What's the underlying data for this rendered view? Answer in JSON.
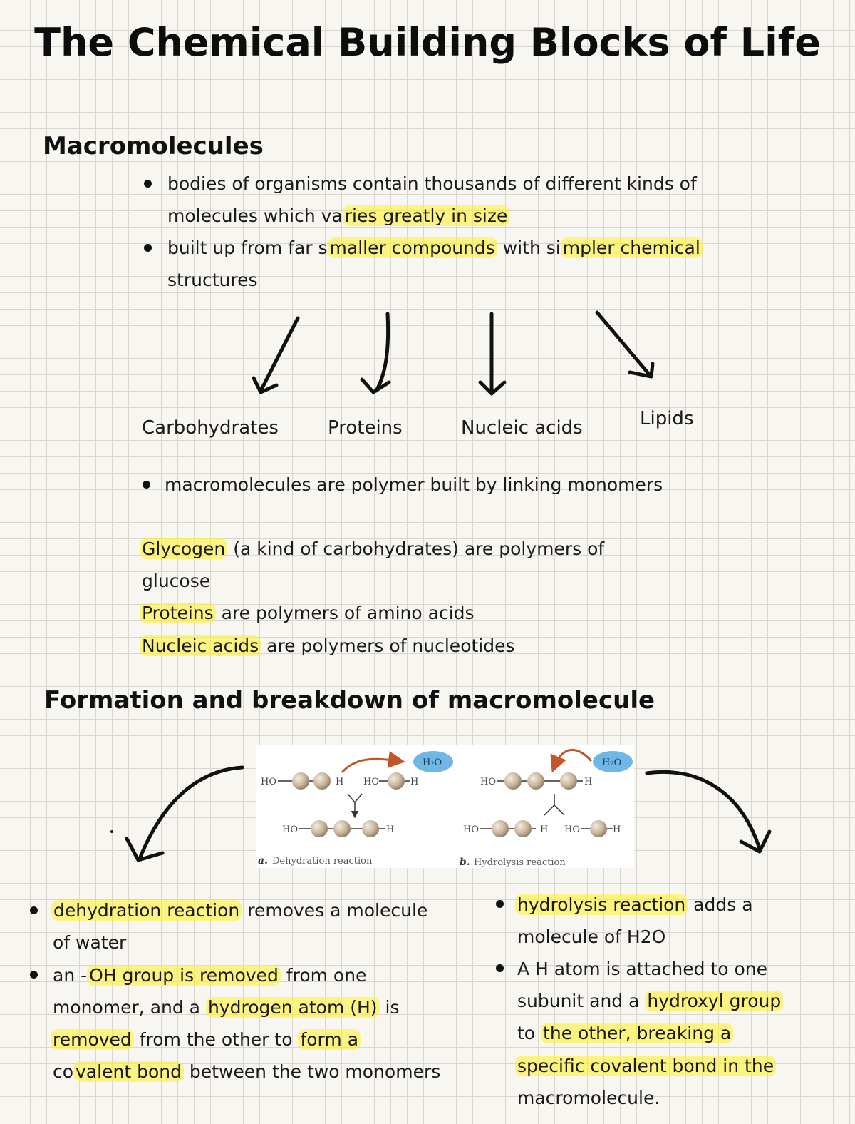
{
  "title": "The Chemical Building Blocks of Life",
  "section1": {
    "heading": "Macromolecules",
    "bullet1_line1_a": "bodies of organisms contain thousands of different kinds of",
    "bullet1_line2_a": "molecules which va",
    "bullet1_line2_hl": "ries greatly in size",
    "bullet2_line1_a": "built up from far s",
    "bullet2_line1_hl1": "maller compounds",
    "bullet2_line1_b": " with si",
    "bullet2_line1_hl2": "mpler chemical",
    "bullet2_line2": "structures",
    "categories": [
      "Carbohydrates",
      "Proteins",
      "Nucleic acids",
      "Lipids"
    ],
    "bullet3": "macromolecules are polymer built by linking monomers",
    "glycogen_hl": "Glycogen",
    "glycogen_rest": " (a kind of carbohydrates) are polymers of",
    "glycogen_line2": "glucose",
    "proteins_hl": "Proteins",
    "proteins_rest": " are polymers of amino acids",
    "nucleic_hl": "Nucleic acids",
    "nucleic_rest": " are polymers of nucleotides"
  },
  "section2": {
    "heading": "Formation and breakdown of macromolecule",
    "figure": {
      "water": "H₂O",
      "ho": "HO",
      "h": "H",
      "caption_a_letter": "a.",
      "caption_a": "Dehydration reaction",
      "caption_b_letter": "b.",
      "caption_b": "Hydrolysis reaction"
    },
    "left": {
      "b1_l1_hl": "dehydration reaction",
      "b1_l1_rest": " removes a molecule",
      "b1_l2": "of water",
      "b2_l1_a": "an -",
      "b2_l1_hl": "OH group is removed",
      "b2_l1_rest": " from one",
      "b2_l2_a": "monomer, and a ",
      "b2_l2_hl": "hydrogen atom (H)",
      "b2_l2_rest": " is",
      "b2_l3_hl1": "removed",
      "b2_l3_mid": " from the other to ",
      "b2_l3_hl2": "form a",
      "b2_l4_a": "co",
      "b2_l4_hl": "valent bond",
      "b2_l4_rest": " between the two monomers"
    },
    "right": {
      "b1_l1_hl": "hydrolysis reaction",
      "b1_l1_rest": " adds a",
      "b1_l2": "molecule of H2O",
      "b2_l1": "A H atom is attached to one",
      "b2_l2_a": "subunit and a ",
      "b2_l2_hl": "hydroxyl group",
      "b2_l3_a": "to ",
      "b2_l3_hl": "the other, breaking a",
      "b2_l4_hl": "specific covalent bond in the",
      "b2_l5": "macromolecule."
    }
  },
  "colors": {
    "highlight": "#fff03c",
    "ink": "#151515",
    "water_bubble": "#6fb8e6",
    "arrow_red": "#c4552a",
    "monomer": "#c9b59a"
  }
}
